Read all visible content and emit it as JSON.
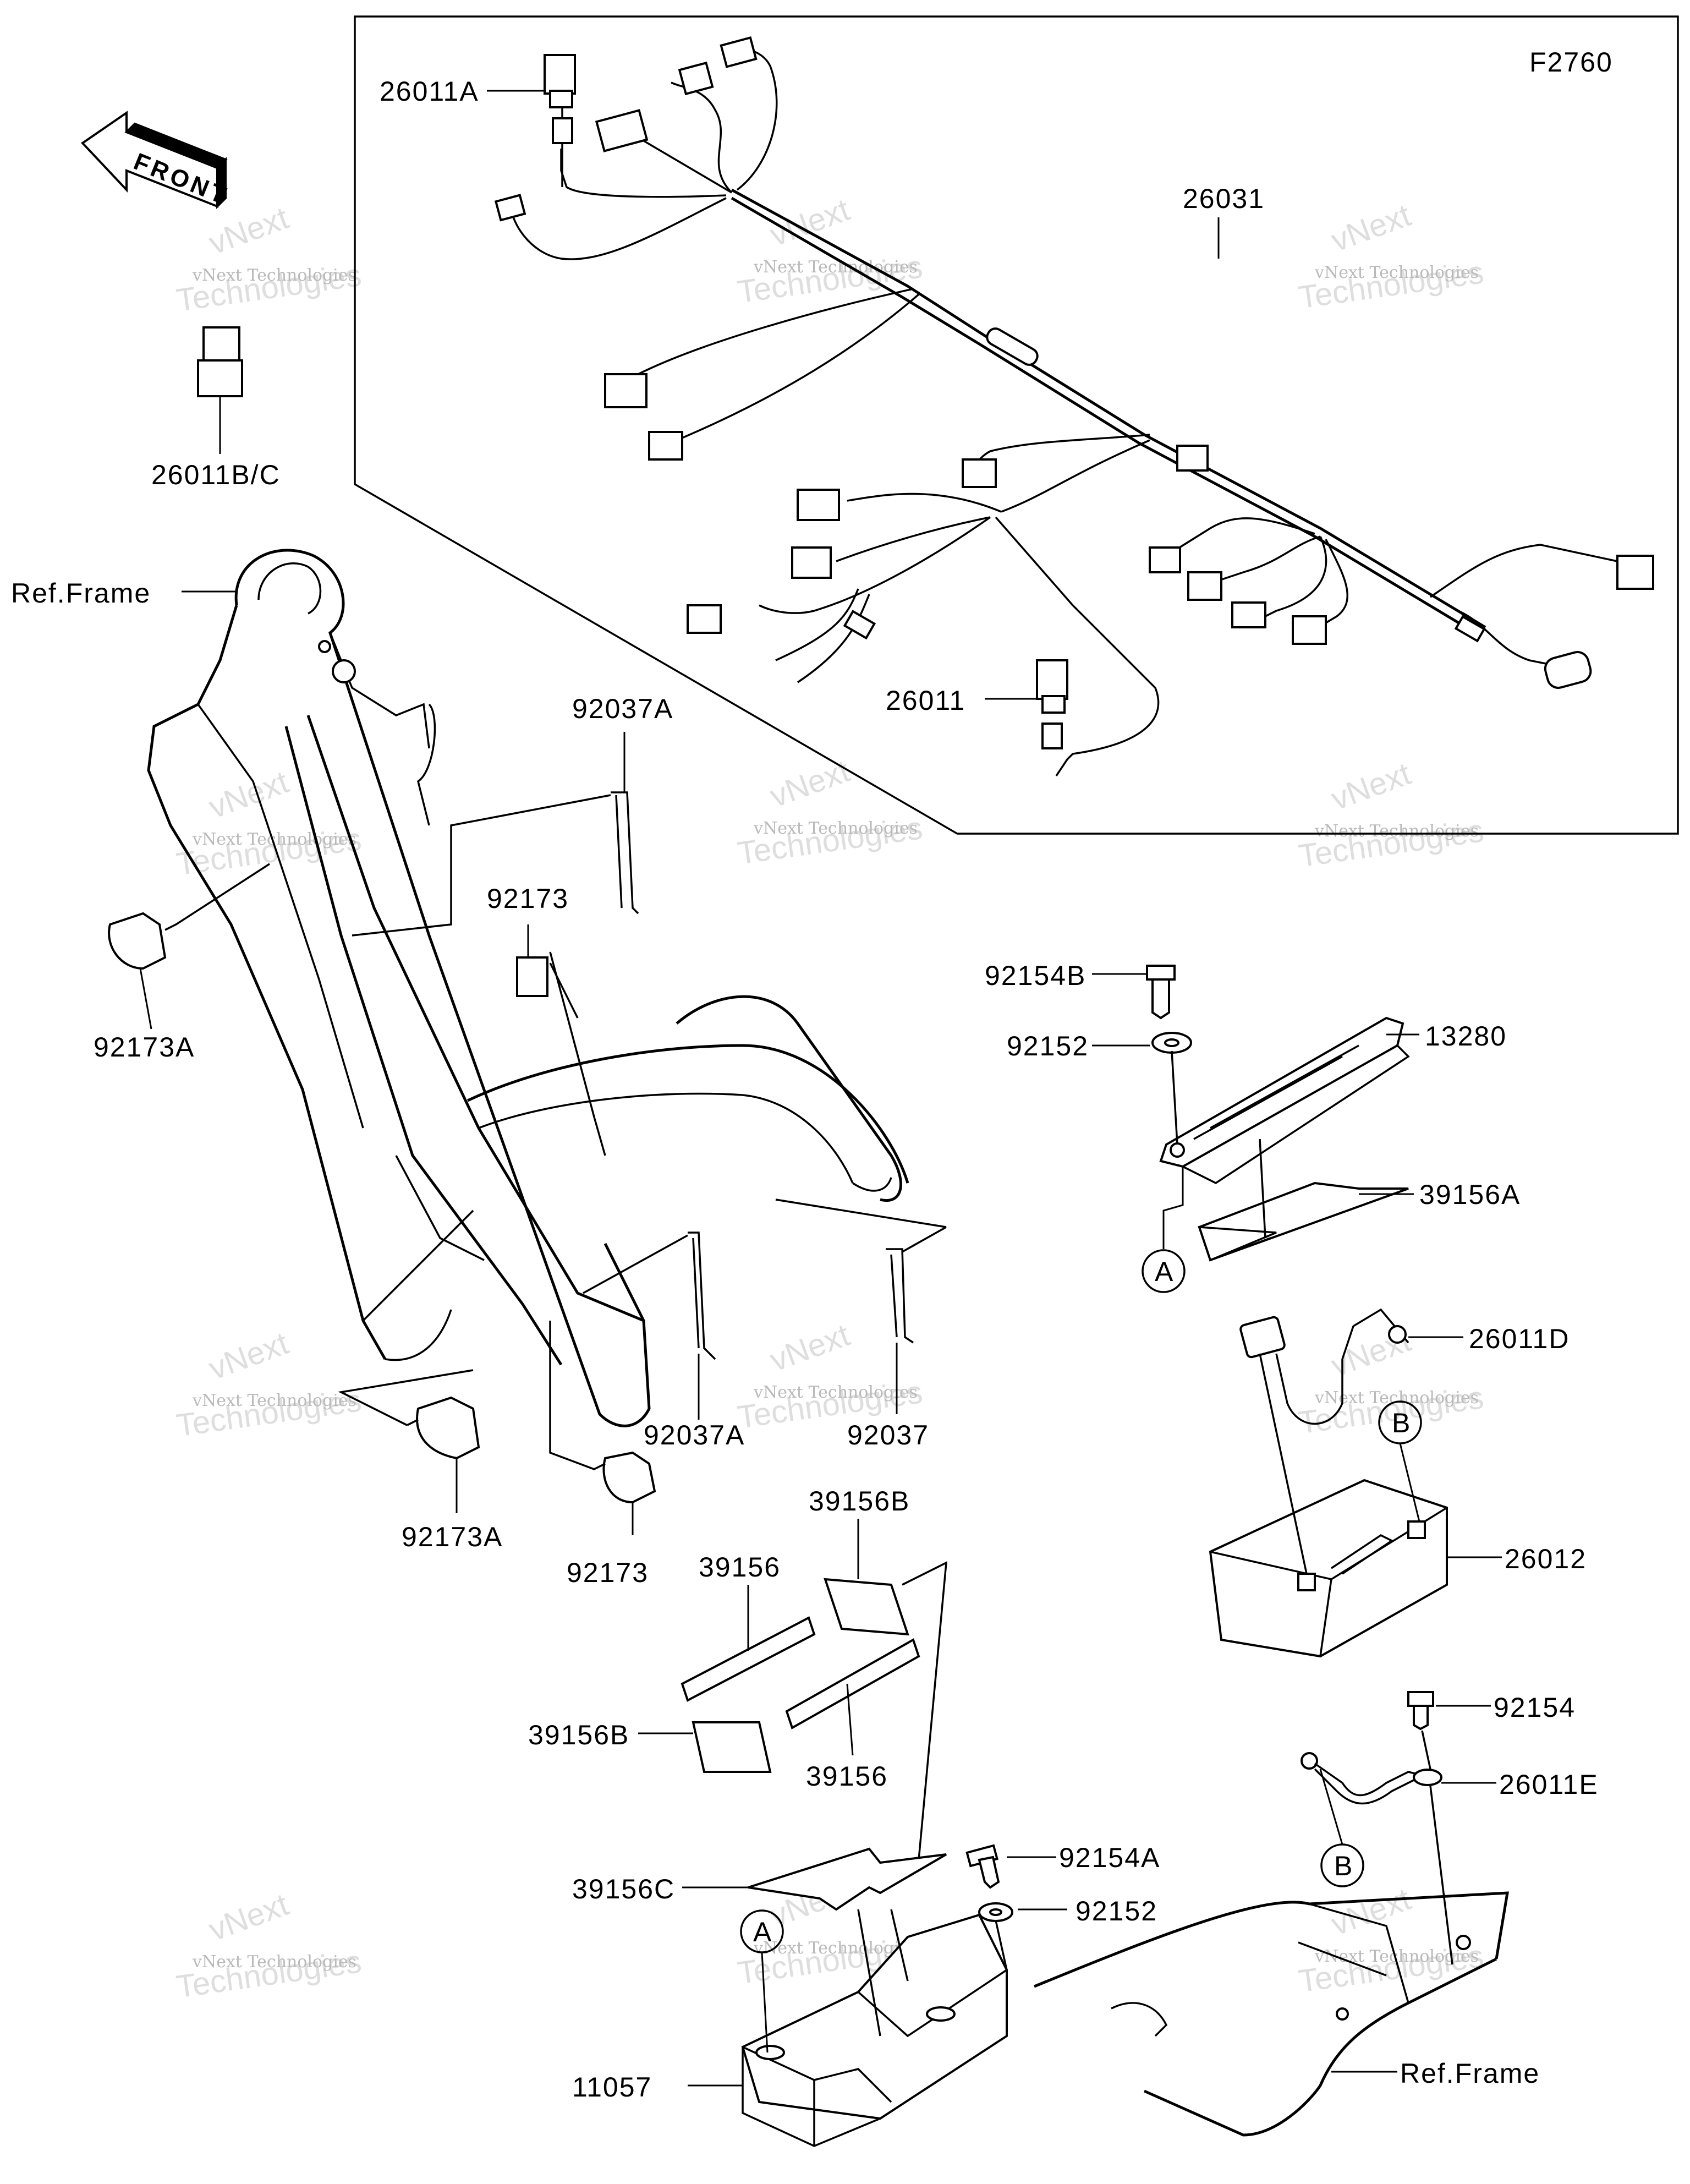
{
  "diagram_code": "F2760",
  "front_label": "FRONT",
  "labels": {
    "p26011A": "26011A",
    "p26011BC": "26011B/C",
    "p26031": "26031",
    "p26011": "26011",
    "ref_frame_top": "Ref.Frame",
    "p92037A_top": "92037A",
    "p92173_top": "92173",
    "p92173A_top": "92173A",
    "p92154B": "92154B",
    "p92152_top": "92152",
    "p13280": "13280",
    "p39156A": "39156A",
    "callout_A_top": "A",
    "p26011D": "26011D",
    "callout_B_top": "B",
    "p26012": "26012",
    "p92037A_bottom": "92037A",
    "p92037": "92037",
    "p92173A_bottom": "92173A",
    "p92173_bottom": "92173",
    "p39156B_top": "39156B",
    "p39156_top": "39156",
    "p39156B_left": "39156B",
    "p39156_right": "39156",
    "p92154": "92154",
    "p26011E": "26011E",
    "callout_B_bottom": "B",
    "p92154A": "92154A",
    "p39156C": "39156C",
    "p92152_bottom": "92152",
    "callout_A_bottom": "A",
    "p11057": "11057",
    "ref_frame_bottom": "Ref.Frame"
  },
  "watermark": {
    "line1": "vNext Technologies",
    "line2": "vNext",
    "line3": "Technologies"
  }
}
